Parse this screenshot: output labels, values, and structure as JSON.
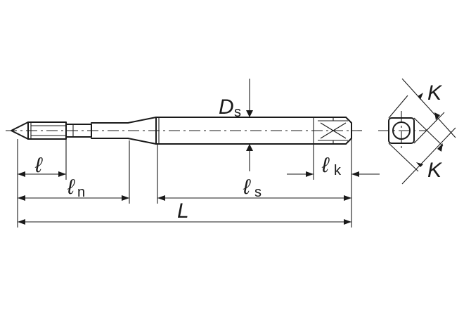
{
  "labels": {
    "ell": "ℓ",
    "ell_n_main": "ℓ",
    "ell_n_sub": "n",
    "ell_s_main": "ℓ",
    "ell_s_sub": "s",
    "ell_k_main": "ℓ",
    "ell_k_sub": "k",
    "L": "L",
    "D_main": "D",
    "D_sub": "s",
    "K_top": "K",
    "K_bottom": "K"
  },
  "colors": {
    "line": "#1a1a1a",
    "background": "#ffffff"
  }
}
